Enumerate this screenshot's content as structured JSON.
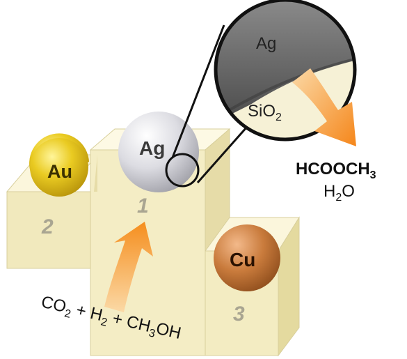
{
  "podium": {
    "places": [
      {
        "rank": "1",
        "metal": "Ag"
      },
      {
        "rank": "2",
        "metal": "Au"
      },
      {
        "rank": "3",
        "metal": "Cu"
      }
    ]
  },
  "inset": {
    "top_label": "Ag",
    "bottom_label_main": "SiO",
    "bottom_label_sub": "2"
  },
  "products": {
    "line1_main": "HCOOCH",
    "line1_sub": "3",
    "line2_main": "H",
    "line2_sub": "2",
    "line2_end": "O"
  },
  "reactants": {
    "co_main": "CO",
    "co_sub": "2",
    "plus1": " + H",
    "h_sub": "2",
    "plus2": " + CH",
    "ch_sub": "3",
    "oh": "OH"
  },
  "colors": {
    "podium_front": "#f3ecc2",
    "podium_top": "#fbf6dc",
    "podium_side": "#e6dca8",
    "gold": "#e7c51e",
    "silver": "#d6d6dc",
    "copper": "#c77a3c",
    "arrow": "#f59a2a",
    "inset_dark": "#6e6e6e",
    "inset_light": "#f6f1d6"
  }
}
